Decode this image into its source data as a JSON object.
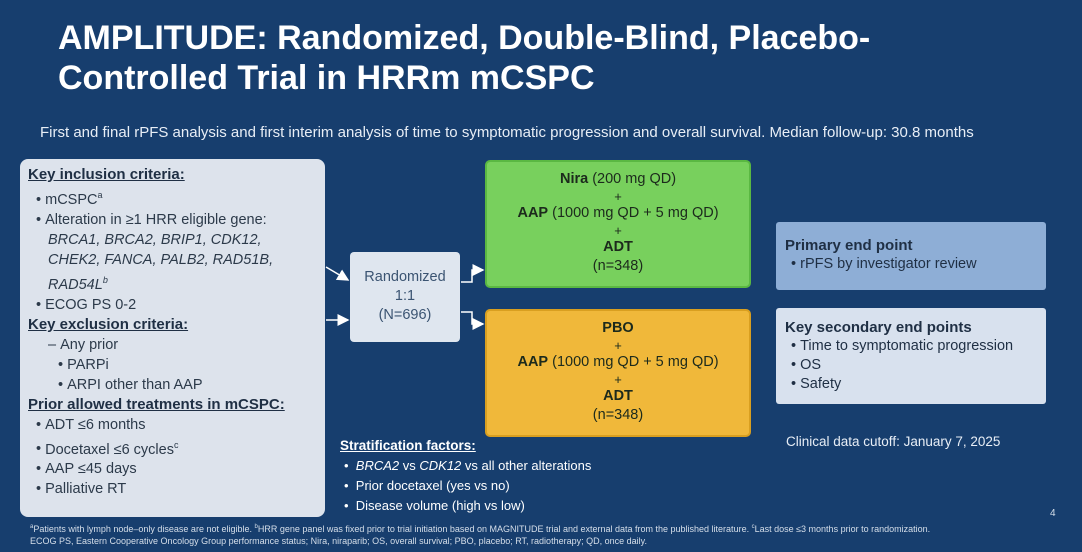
{
  "slide": {
    "title": "AMPLITUDE: Randomized, Double-Blind, Placebo-Controlled Trial in HRRm mCSPC",
    "subtitle": "First and final rPFS analysis and first interim analysis of time to symptomatic progression and overall survival. Median follow-up: 30.8 months",
    "page_number": "4"
  },
  "criteria": {
    "inclusion_header": "Key inclusion criteria:",
    "mcspc": "mCSPC",
    "mcspc_sup": "a",
    "alteration_line": "Alteration in ≥1 HRR eligible gene:",
    "genes_1": "BRCA1, BRCA2, BRIP1, CDK12,",
    "genes_2": "CHEK2, FANCA, PALB2, RAD51B,",
    "genes_3": "RAD54L",
    "genes_3_sup": "b",
    "ecog": "ECOG PS 0-2",
    "exclusion_header": "Key exclusion criteria:",
    "any_prior": "Any prior",
    "parpi": "PARPi",
    "arpi": "ARPI other than AAP",
    "prior_header": "Prior allowed treatments in mCSPC:",
    "adt": "ADT ≤6 months",
    "docetaxel": "Docetaxel ≤6 cycles",
    "docetaxel_sup": "c",
    "aap": "AAP ≤45 days",
    "palliative": "Palliative RT"
  },
  "randomization": {
    "line1": "Randomized",
    "line2": "1:1",
    "line3": "(N=696)"
  },
  "arm_nira": {
    "drug": "Nira",
    "drug_dose": "(200 mg QD)",
    "plus1": "+",
    "aap": "AAP",
    "aap_dose": "(1000 mg QD + 5 mg QD)",
    "plus2": "+",
    "adt": "ADT",
    "n": "(n=348)",
    "color": "#78d05d"
  },
  "arm_pbo": {
    "drug": "PBO",
    "plus1": "+",
    "aap": "AAP",
    "aap_dose": "(1000 mg QD + 5 mg QD)",
    "plus2": "+",
    "adt": "ADT",
    "n": "(n=348)",
    "color": "#f0b83a"
  },
  "endpoints": {
    "primary_header": "Primary end point",
    "primary_item": "rPFS by investigator review",
    "secondary_header": "Key secondary end points",
    "secondary_items": [
      "Time to symptomatic progression",
      "OS",
      "Safety"
    ]
  },
  "cutoff": "Clinical data cutoff: January 7, 2025",
  "stratification": {
    "header": "Stratification factors:",
    "item1_gene_a": "BRCA2",
    "item1_vs": " vs ",
    "item1_gene_b": "CDK12",
    "item1_rest": " vs all other alterations",
    "item2": "Prior docetaxel (yes vs no)",
    "item3": "Disease volume (high vs low)"
  },
  "footnotes": {
    "a_mark": "a",
    "a_text": "Patients with lymph node–only disease are not eligible. ",
    "b_mark": "b",
    "b_text": "HRR gene panel was fixed prior to trial initiation based on MAGNITUDE trial and external data from the published literature. ",
    "c_mark": "c",
    "c_text": "Last dose ≤3 months prior to randomization.",
    "abbreviations": "ECOG PS, Eastern Cooperative Oncology Group performance status; Nira, niraparib; OS, overall survival; PBO, placebo; RT, radiotherapy; QD, once daily."
  }
}
